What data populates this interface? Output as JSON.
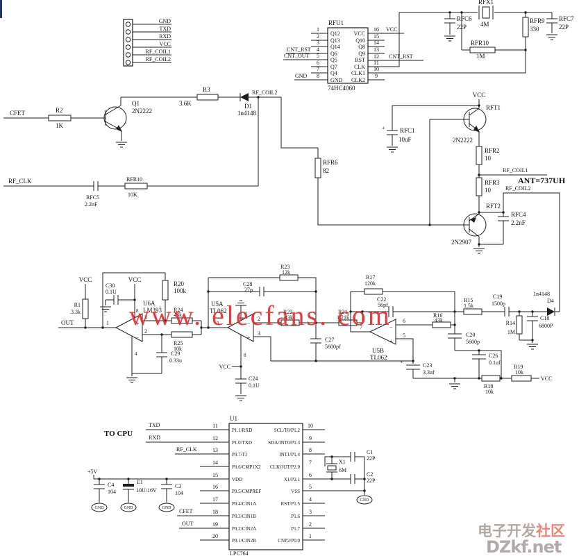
{
  "nets": {
    "vcc": "VCC",
    "gnd": "GND",
    "out": "OUT",
    "cfet": "CFET",
    "rf_clk": "RF_CLK",
    "rf_coil1": "RF_COIL1",
    "rf_coil2": "RF_COIL2",
    "txd": "TXD",
    "rxd": "RXD",
    "cnt_rst": "CNT_RST",
    "cnt_out": "CNT_OUT",
    "p5v": "+5V",
    "ant": "ANT=737UH",
    "to_cpu": "TO CPU"
  },
  "connector": {
    "pins": [
      "GND",
      "TXD",
      "RXD",
      "VCC",
      "RF_COIL1",
      "RF_COIL2"
    ]
  },
  "rfu1": {
    "ref": "RFU1",
    "part": "74HC4060",
    "left_nums": [
      "1",
      "2",
      "3",
      "4",
      "5",
      "6",
      "7",
      "8"
    ],
    "left_names": [
      "Q12",
      "Q13",
      "Q14",
      "Q6",
      "Q5",
      "Q7",
      "Q4",
      "GND"
    ],
    "right_nums": [
      "16",
      "15",
      "14",
      "13",
      "12",
      "11",
      "10",
      "9"
    ],
    "right_names": [
      "VCC",
      "Q10",
      "Q8",
      "Q9",
      "RST",
      "CLK",
      "CLK1",
      "CLK2"
    ]
  },
  "osc": {
    "rfx1": "RFX1",
    "rfx1_v": "4M",
    "rfc6": "RFC6",
    "rfc6_v": "22P",
    "rfr9": "RFR9",
    "rfr9_v": "330",
    "rfc7": "RFC7",
    "rfc7_v": "22P",
    "rfr10": "RFR10",
    "rfr10_v": "1M"
  },
  "drv": {
    "r2": "R2",
    "r2_v": "1K",
    "q1": "Q1",
    "q1_v": "2N2222",
    "r3": "R3",
    "r3_v": "3.6K",
    "d1": "D1",
    "d1_v": "1n4148"
  },
  "clk": {
    "rfc5": "RFC5",
    "rfc5_v": "2.2nF",
    "rfr10": "RFR10",
    "rfr10_v": "10K"
  },
  "pa": {
    "rft1": "RFT1",
    "rft1_v": "2N2222",
    "rfc1": "RFC1",
    "rfc1_v": "10uF",
    "rfr2": "RFR2",
    "rfr2_v": "10",
    "rfr3": "RFR3",
    "rfr3_v": "10",
    "rft2": "RFT2",
    "rft2_v": "2N2907",
    "rfc4": "RFC4",
    "rfc4_v": "2.2nF",
    "rfr6": "RFR6",
    "rfr6_v": "82"
  },
  "amp": {
    "u6a": "U6A",
    "u6a_p": "LM393",
    "r1": "R1",
    "r1_v": "3.3k",
    "c30": "C30",
    "c30_v": "0.1U",
    "r20": "R20",
    "r20_v": "100k",
    "r24": "R24",
    "r24_v": "43k",
    "r25": "R25",
    "r25_v": "10k",
    "c29": "C29",
    "c29_v": "0.33u",
    "u5a": "U5A",
    "u5a_p": "TL062",
    "r23": "R23",
    "r23_v": "12k",
    "c28": "C28",
    "c28_v": "27p",
    "r22": "R22",
    "r22_v": "43k",
    "r21": "R21",
    "r21_v": "1.21k",
    "c27": "C27",
    "c27_v": "5600pf",
    "c24": "C24",
    "c24_v": "0.1U",
    "u5b": "U5B",
    "u5b_p": "TL062",
    "r17": "R17",
    "r17_v": "120k",
    "c22": "C22",
    "c22_v": "56pf",
    "r16": "R16",
    "r16_v": "43k",
    "r15": "R15",
    "r15_v": "1.5k",
    "c20": "C20",
    "c20_v": "5600p",
    "c23": "C23",
    "c23_v": "3.3uf",
    "c26": "C26",
    "c26_v": "0.1uf",
    "c19": "C19",
    "c19_v": "1500p",
    "d4": "D4",
    "d4_v": "1n4148",
    "r14": "R14",
    "r14_v": "1M",
    "c18": "C18",
    "c18_v": "6800P",
    "r19": "R19",
    "r19_v": "10k",
    "r18": "R18",
    "r18_v": "10k",
    "pins": {
      "p1": "1",
      "p2": "2",
      "p3": "3",
      "p4": "4",
      "p5": "5",
      "p6": "6",
      "p7": "7",
      "p8": "8"
    }
  },
  "mcu": {
    "ref": "U1",
    "part": "LPC764",
    "left_nums": [
      "11",
      "12",
      "13",
      "14",
      "15",
      "16",
      "17",
      "18",
      "19",
      "20"
    ],
    "left_names": [
      "P1.1/RXD",
      "P1.0/TXD",
      "P0.7/T1",
      "P0.6/CMP1X2",
      "VDD",
      "P0.5/CMPREF",
      "P0.4/CIN1A",
      "P0.3/CIN1B",
      "P0.2/CIN2A",
      "P0.1/CIN2B"
    ],
    "right_names": [
      "SCL/T0/P1.2",
      "SDA/INT0/P1.3",
      "INT1/P1.4",
      "CLKOUT/P2.0",
      "X1/P2.1",
      "VSS",
      "RST/P1.5",
      "P1.6",
      "P1.7",
      "CNP2/P0.0"
    ],
    "right_nums": [
      "10",
      "9",
      "8",
      "7",
      "6",
      "5",
      "4",
      "3",
      "2",
      "1"
    ]
  },
  "x2": {
    "x1": "X1",
    "x1_v": "6M",
    "c1": "C1",
    "c1_v": "22P",
    "c2": "C2",
    "c2_v": "22P"
  },
  "pwr": {
    "c4": "C4",
    "c4_v": "104",
    "e1": "E1",
    "e1_v": "10U/16V",
    "c3": "C3",
    "c3_v": "104"
  },
  "watermark": "www. elecfans. com",
  "footer": {
    "community_a": "电子开发",
    "community_b": "社区",
    "site": "DZkf.net"
  }
}
